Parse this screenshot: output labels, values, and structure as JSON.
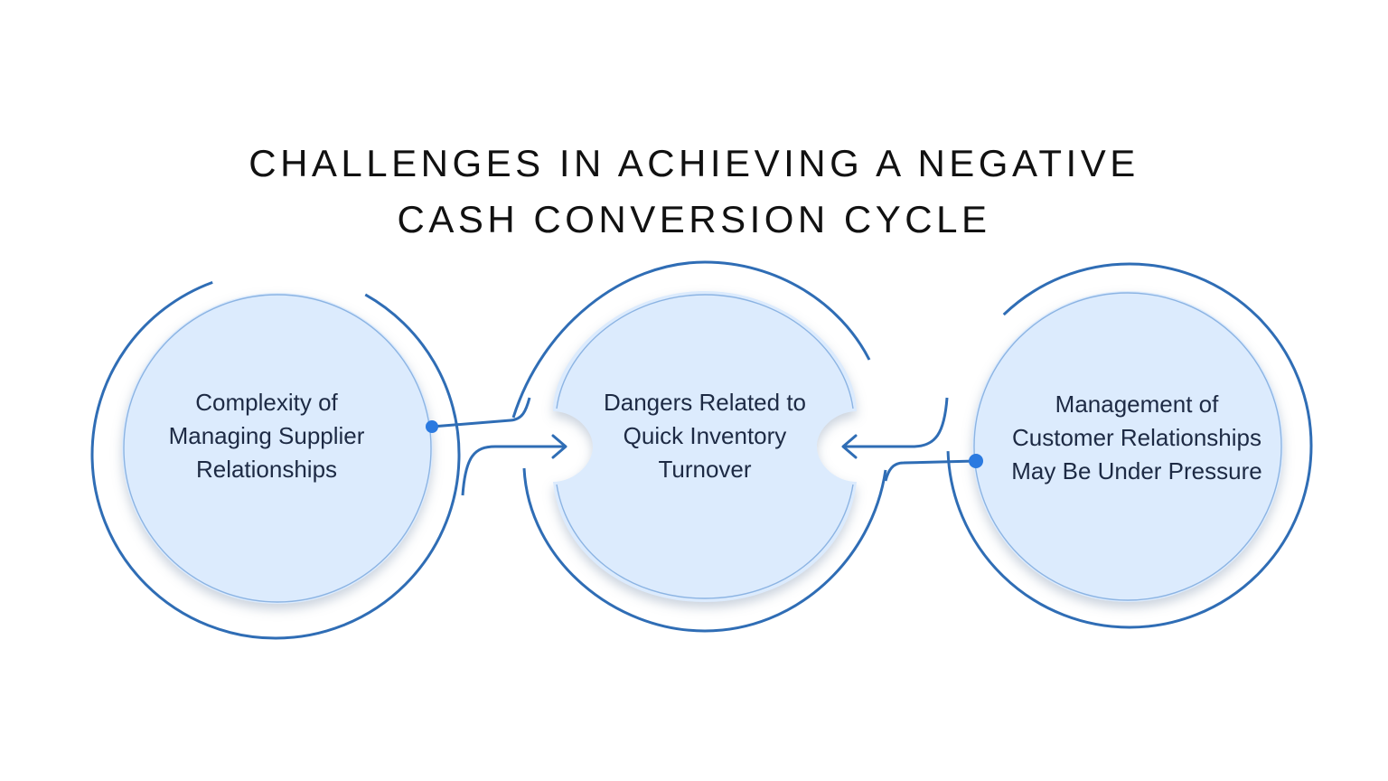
{
  "title": {
    "line1": "CHALLENGES IN ACHIEVING A NEGATIVE",
    "line2": "CASH CONVERSION CYCLE"
  },
  "colors": {
    "ring": "#2f6db5",
    "circle_fill": "#dcebfd",
    "inner_ring": "#8cb4e3",
    "dot": "#2b7ae0",
    "text": "#1d2a44"
  },
  "nodes": [
    {
      "label": "Complexity of Managing Supplier Relationships"
    },
    {
      "label": "Dangers Related to Quick Inventory Turnover"
    },
    {
      "label": "Management of Customer Relationships May Be Under Pressure"
    }
  ]
}
